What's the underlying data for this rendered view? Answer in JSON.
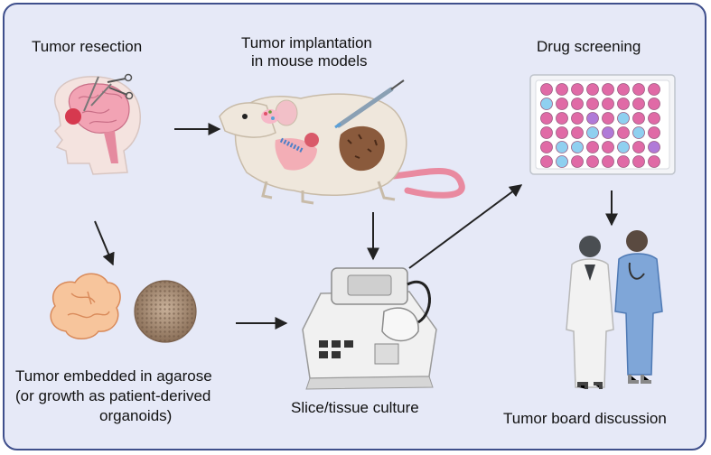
{
  "labels": {
    "resection": "Tumor resection",
    "implantation_1": "Tumor implantation",
    "implantation_2": "in mouse models",
    "screening": "Drug screening",
    "embedded_1": "Tumor embedded in agarose",
    "embedded_2": "(or growth as patient-derived",
    "embedded_3": "organoids)",
    "slice": "Slice/tissue culture",
    "board": "Tumor board discussion"
  },
  "plate": {
    "rows": [
      [
        "pink",
        "pink",
        "pink",
        "pink",
        "pink",
        "pink",
        "pink",
        "pink"
      ],
      [
        "blue",
        "pink",
        "pink",
        "pink",
        "pink",
        "pink",
        "pink",
        "pink"
      ],
      [
        "pink",
        "pink",
        "pink",
        "purple",
        "pink",
        "blue",
        "pink",
        "pink"
      ],
      [
        "pink",
        "pink",
        "pink",
        "blue",
        "purple",
        "pink",
        "blue",
        "pink"
      ],
      [
        "pink",
        "blue",
        "blue",
        "pink",
        "pink",
        "blue",
        "pink",
        "purple"
      ],
      [
        "pink",
        "blue",
        "pink",
        "pink",
        "pink",
        "pink",
        "pink",
        "pink"
      ]
    ]
  },
  "colors": {
    "frame_bg": "#e6e9f7",
    "frame_border": "#3f4f8c",
    "well_pink": "#e06aa6",
    "well_blue": "#8fd0f0",
    "well_purple": "#b07ad8",
    "arrow": "#222222"
  }
}
